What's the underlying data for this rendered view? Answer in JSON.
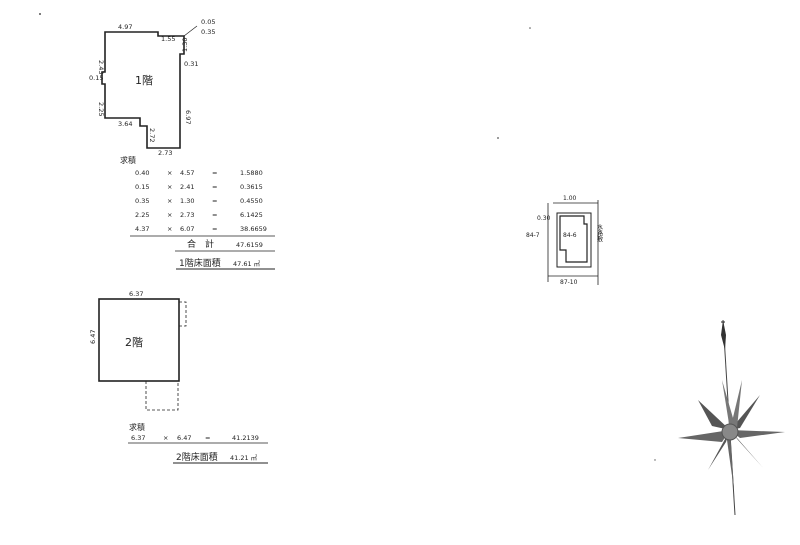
{
  "floor1": {
    "label": "1階",
    "dims": {
      "top": "4.97",
      "top_step": "1.55",
      "corner_a": "0.05",
      "corner_b": "0.35",
      "right_upper": "1.30",
      "right_jog": "0.31",
      "right_lower": "6.97",
      "left_upper": "2.43",
      "left_jog": "0.15",
      "left_lower": "2.25",
      "bottom_left": "3.64",
      "bottom_step": "2.72",
      "bottom_right": "2.73"
    },
    "calc_header": "求積",
    "calc_rows": [
      [
        "0.40",
        "×",
        "4.57",
        "=",
        "1.5880"
      ],
      [
        "0.15",
        "×",
        "2.41",
        "=",
        "0.3615"
      ],
      [
        "0.35",
        "×",
        "1.30",
        "=",
        "0.4550"
      ],
      [
        "2.25",
        "×",
        "2.73",
        "=",
        "6.1425"
      ],
      [
        "4.37",
        "×",
        "6.07",
        "=",
        "38.6659"
      ]
    ],
    "total_label": "合　計",
    "total_value": "47.6159",
    "area_label": "1階床面積",
    "area_value": "47.61 ㎡"
  },
  "floor2": {
    "label": "2階",
    "dims": {
      "top": "6.37",
      "left": "6.47"
    },
    "calc_header": "求積",
    "calc_row": [
      "6.37",
      "×",
      "6.47",
      "=",
      "41.2139"
    ],
    "area_label": "2階床面積",
    "area_value": "41.21 ㎡"
  },
  "location": {
    "dim_top": "1.00",
    "dim_left": "0.30",
    "lot_left": "84-7",
    "lot_main": "84-6",
    "side_text": "水路敷",
    "lot_bottom": "87-10"
  },
  "compass": {
    "icon": "north-compass-rose-icon"
  }
}
